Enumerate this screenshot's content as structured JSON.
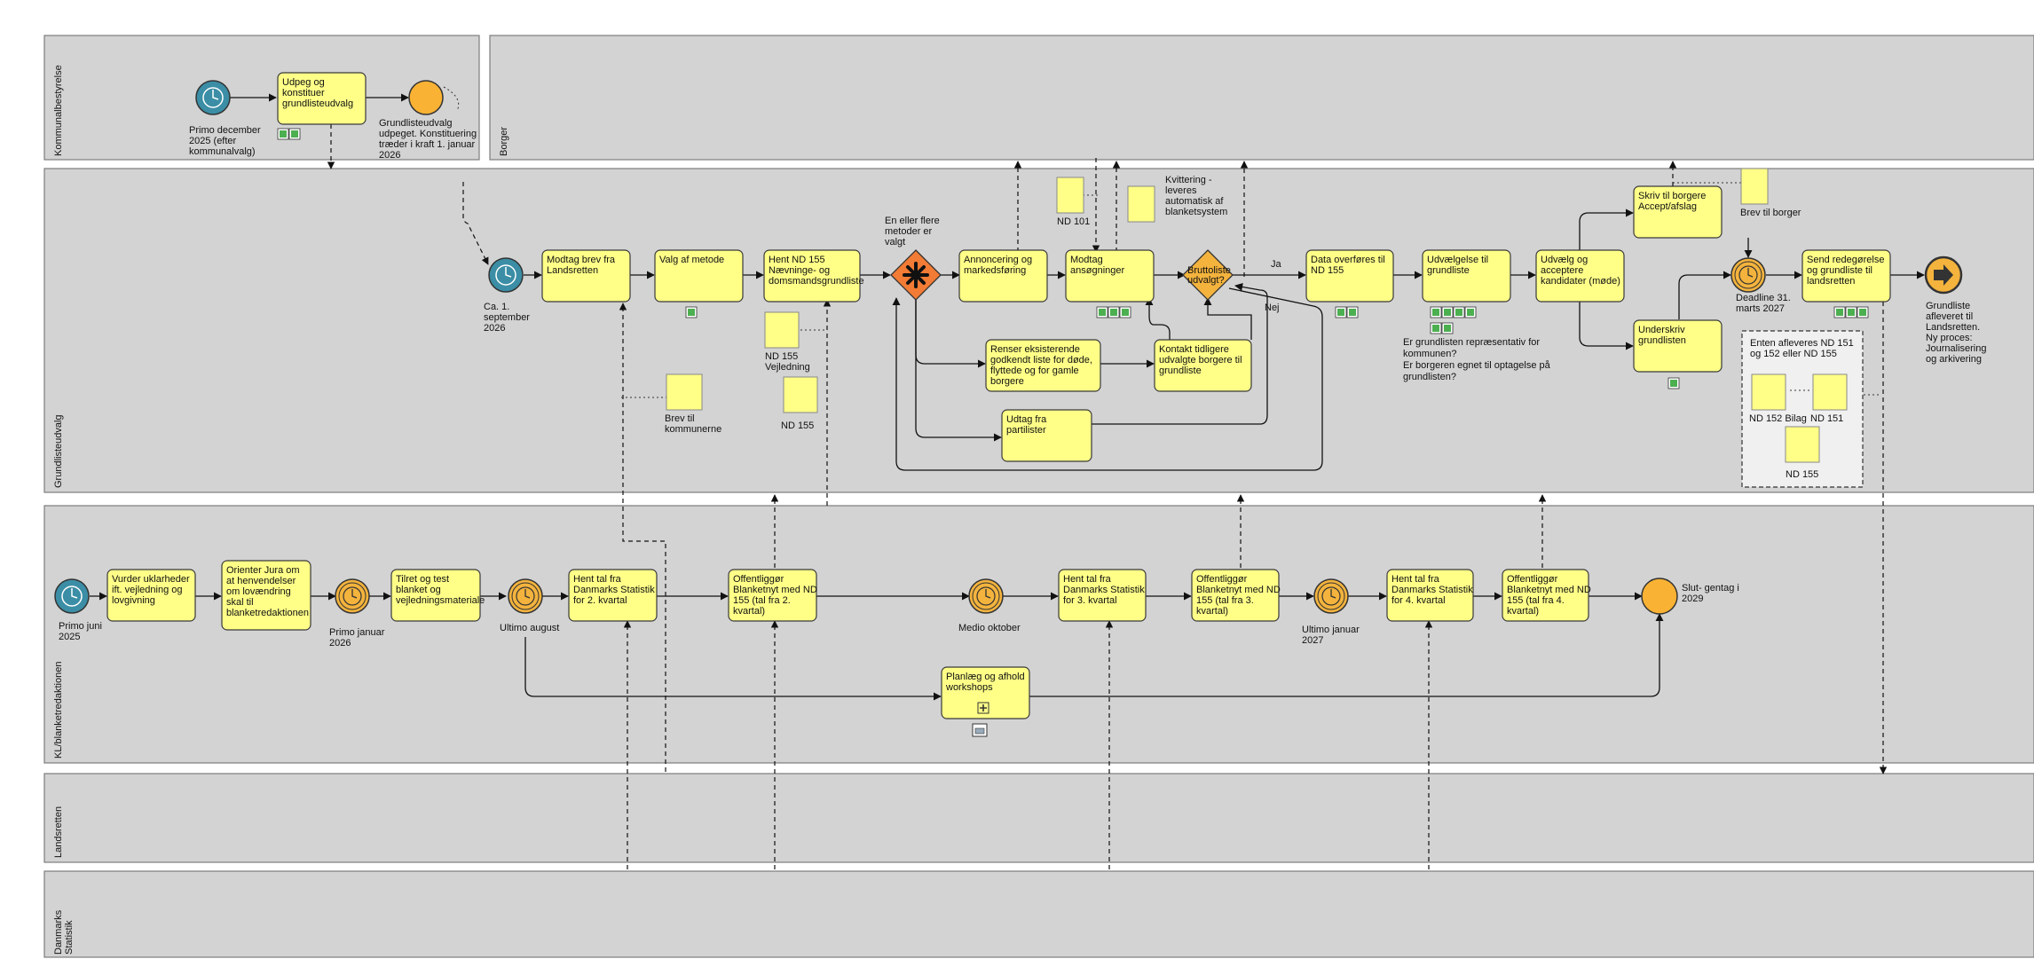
{
  "lanes": {
    "kommunalbestyrelse": "Kommunalbestyrelse",
    "borger": "Borger",
    "grundlisteudvalg": "Grundlisteudvalg",
    "kl": "KL/blanketredaktionen",
    "landsretten": "Landsretten",
    "danmarks_statistik": [
      "Danmarks",
      "Statistik"
    ]
  },
  "tasks": {
    "udpeg": [
      "Udpeg og",
      "konstituer",
      "grundlisteudvalg"
    ],
    "modtag_brev": [
      "Modtag brev fra",
      "Landsretten"
    ],
    "valg_metode": [
      "Valg af metode"
    ],
    "hent_nd155": [
      "Hent ND 155",
      "Nævninge- og",
      "domsmandsgrundliste"
    ],
    "annoncering": [
      "Annoncering og",
      "markedsføring"
    ],
    "modtag_ans": [
      "Modtag",
      "ansøgninger"
    ],
    "renser": [
      "Renser eksisterende",
      "godkendt liste for døde,",
      "flyttede og for gamle",
      "borgere"
    ],
    "kontakt": [
      "Kontakt tidligere",
      "udvalgte borgere til",
      "grundliste"
    ],
    "udtag": [
      "Udtag fra",
      "partilister"
    ],
    "data_overfores": [
      "Data overføres til",
      "ND 155"
    ],
    "udvaelgelse": [
      "Udvælgelse til",
      "grundliste"
    ],
    "udvaelg_accept": [
      "Udvælg og",
      "acceptere",
      "kandidater (møde)"
    ],
    "skriv_borgere": [
      "Skriv til borgere",
      "Accept/afslag"
    ],
    "underskriv": [
      "Underskriv",
      "grundlisten"
    ],
    "send_redeg": [
      "Send redegørelse",
      "og grundliste til",
      "landsretten"
    ],
    "vurder": [
      "Vurder uklarheder",
      "ift. vejledning og",
      "lovgivning"
    ],
    "orienter": [
      "Orienter Jura om",
      "at henvendelser",
      "om lovændring",
      "skal til",
      "blanketredaktionen"
    ],
    "tilret": [
      "Tilret og test",
      "blanket og",
      "vejledningsmateriale"
    ],
    "hent_tal_2": [
      "Hent tal fra",
      "Danmarks Statistik",
      "for 2. kvartal"
    ],
    "offentligg_2": [
      "Offentliggør",
      "Blanketnyt med ND",
      "155 (tal fra 2.",
      "kvartal)"
    ],
    "hent_tal_3": [
      "Hent tal fra",
      "Danmarks Statistik",
      "for 3. kvartal"
    ],
    "offentligg_3": [
      "Offentliggør",
      "Blanketnyt med ND",
      "155 (tal fra 3.",
      "kvartal)"
    ],
    "hent_tal_4": [
      "Hent tal fra",
      "Danmarks Statistik",
      "for 4. kvartal"
    ],
    "offentligg_4": [
      "Offentliggør",
      "Blanketnyt med ND",
      "155 (tal fra 4.",
      "kvartal)"
    ],
    "planlaeg": [
      "Planlæg og afhold",
      "workshops"
    ]
  },
  "events": {
    "primo_dec": [
      "Primo december",
      "2025 (efter",
      "kommunalvalg)"
    ],
    "grundliste_udpeget": [
      "Grundlisteudvalg",
      "udpeget. Konstituering",
      "træder i kraft 1. januar",
      "2026"
    ],
    "ca_sept": [
      "Ca. 1.",
      "september",
      "2026"
    ],
    "deadline": [
      "Deadline 31.",
      "marts 2027"
    ],
    "grundliste_afleveret": [
      "Grundliste",
      "afleveret til",
      "Landsretten.",
      "Ny proces:",
      "Journalisering",
      "og arkivering"
    ],
    "primo_juni": [
      "Primo juni",
      "2025"
    ],
    "primo_jan": [
      "Primo januar",
      "2026"
    ],
    "ultimo_aug": [
      "Ultimo august"
    ],
    "medio_okt": [
      "Medio oktober"
    ],
    "ultimo_jan": [
      "Ultimo januar",
      "2027"
    ],
    "slut": [
      "Slut- gentag i",
      "2029"
    ]
  },
  "gateways": {
    "complex": [
      "En eller flere",
      "metoder er",
      "valgt"
    ],
    "bruttoliste": [
      "Bruttoliste",
      "udvalgt?"
    ],
    "ja": "Ja",
    "nej": "Nej"
  },
  "documents": {
    "nd101": "ND 101",
    "kvittering": [
      "Kvittering -",
      "leveres",
      "automatisk af",
      "blanketsystem"
    ],
    "brev_borger": "Brev til borger",
    "nd155_vejl": [
      "ND 155",
      "Vejledning"
    ],
    "nd155": "ND 155",
    "brev_kommuner": [
      "Brev til",
      "kommunerne"
    ],
    "nd152": "ND 152 Bilag",
    "nd151": "ND 151",
    "nd155_group": "ND 155"
  },
  "annotations": {
    "repr": [
      "Er grundlisten repræsentativ for",
      "kommunen?",
      "Er borgeren egnet til optagelse på",
      "grundlisten?"
    ],
    "group": [
      "Enten afleveres ND 151",
      "og 152 eller ND 155"
    ]
  },
  "colors": {
    "pool": "#d3d3d3",
    "task": "#ffff88",
    "timer_start": "#3b8ea5",
    "timer_intermediate": "#f3b33d",
    "end_event": "#f9b233",
    "gateway_complex": "#f27b35",
    "gateway_exclusive": "#f3b33d",
    "data_icon": "#4caf50",
    "end_terminal": "#333333"
  }
}
